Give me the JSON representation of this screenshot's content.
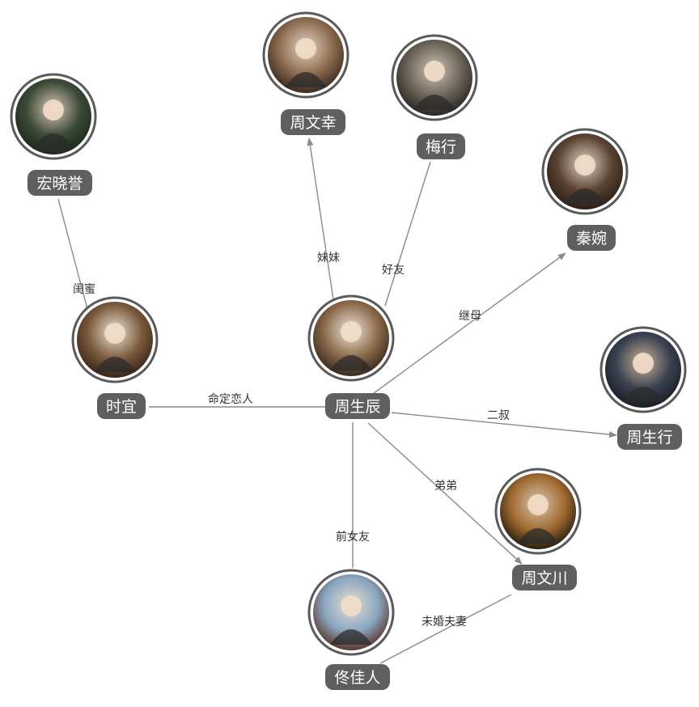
{
  "nodes": [
    {
      "id": "hong",
      "label": "宏晓誉"
    },
    {
      "id": "zwx",
      "label": "周文幸"
    },
    {
      "id": "mei",
      "label": "梅行"
    },
    {
      "id": "qin",
      "label": "秦婉"
    },
    {
      "id": "shiyi",
      "label": "时宜"
    },
    {
      "id": "zsc",
      "label": "周生辰"
    },
    {
      "id": "zsx",
      "label": "周生行"
    },
    {
      "id": "zwc",
      "label": "周文川"
    },
    {
      "id": "tong",
      "label": "佟佳人"
    }
  ],
  "edges": [
    {
      "from": "shiyi",
      "to": "hong",
      "label": "闺蜜",
      "arrow": false
    },
    {
      "from": "zsc",
      "to": "zwx",
      "label": "妹妹",
      "arrow": true
    },
    {
      "from": "zsc",
      "to": "mei",
      "label": "好友",
      "arrow": false
    },
    {
      "from": "zsc",
      "to": "qin",
      "label": "继母",
      "arrow": true
    },
    {
      "from": "zsc",
      "to": "shiyi",
      "label": "命定恋人",
      "arrow": false
    },
    {
      "from": "zsc",
      "to": "zsx",
      "label": "二叔",
      "arrow": true
    },
    {
      "from": "zsc",
      "to": "zwc",
      "label": "弟弟",
      "arrow": true
    },
    {
      "from": "zsc",
      "to": "tong",
      "label": "前女友",
      "arrow": false
    },
    {
      "from": "zwc",
      "to": "tong",
      "label": "未婚夫妻",
      "arrow": false
    }
  ],
  "colors": {
    "edge": "#8a8a8a",
    "label_bg": "#5f5f5f",
    "label_text": "#ffffff",
    "avatar_ring": "#5a5a5a"
  }
}
